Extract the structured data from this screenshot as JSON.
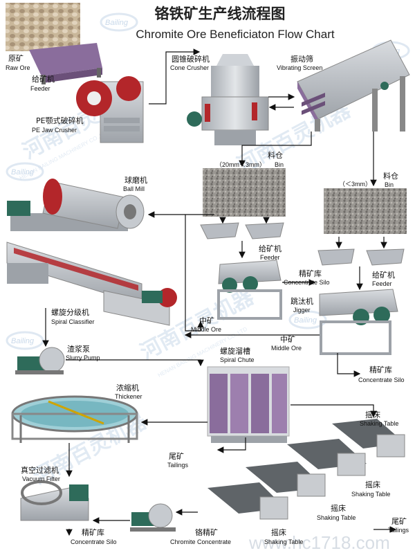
{
  "title": {
    "zh": "铬铁矿生产线流程图",
    "en": "Chromite Ore Beneficiaton Flow Chart"
  },
  "watermark": {
    "zh": "河南百灵机器",
    "en": "HENAN BAILING MACHINERY CO.,LTD",
    "logo": "Bailing",
    "site": "www.hc1718.com"
  },
  "labels": {
    "raw_ore": {
      "zh": "原矿",
      "en": "Raw Ore"
    },
    "feeder_1": {
      "zh": "给矿机",
      "en": "Feeder"
    },
    "jaw_crusher": {
      "zh": "PE颚式破碎机",
      "en": "PE Jaw Crusher"
    },
    "cone_crusher": {
      "zh": "圆锥破碎机",
      "en": "Cone Crusher"
    },
    "vibrating_screen": {
      "zh": "振动筛",
      "en": "Vibrating Screen"
    },
    "bin_1": {
      "zh": "料仓",
      "range": "（20mm＜3mm）",
      "en": "Bin"
    },
    "bin_2": {
      "zh": "料仓",
      "range": "（＜3mm）",
      "en": "Bin"
    },
    "ball_mill": {
      "zh": "球磨机",
      "en": "Ball Mill"
    },
    "feeder_2": {
      "zh": "给矿机",
      "en": "Feeder"
    },
    "feeder_3": {
      "zh": "给矿机",
      "en": "Feeder"
    },
    "concentrate_silo_1": {
      "zh": "精矿库",
      "en": "Concentrate Silo"
    },
    "jigger": {
      "zh": "跳汰机",
      "en": "Jigger"
    },
    "middle_ore_1": {
      "zh": "中矿",
      "en": "Middle Ore"
    },
    "middle_ore_2": {
      "zh": "中矿",
      "en": "Middle Ore"
    },
    "spiral_classifier": {
      "zh": "螺旋分级机",
      "en": "Spiral Classifier"
    },
    "slurry_pump": {
      "zh": "渣浆泵",
      "en": "Slurry Pump"
    },
    "spiral_chute": {
      "zh": "螺旋溜槽",
      "en": "Spiral Chute"
    },
    "concentrate_silo_2": {
      "zh": "精矿库",
      "en": "Concentrate Silo"
    },
    "thickener": {
      "zh": "浓缩机",
      "en": "Thickener"
    },
    "shaking_table_1": {
      "zh": "摇床",
      "en": "Shaking Table"
    },
    "tailings_1": {
      "zh": "尾矿",
      "en": "Tailings"
    },
    "vacuum_filter": {
      "zh": "真空过滤机",
      "en": "Vacuum Filter"
    },
    "shaking_table_2": {
      "zh": "摇床",
      "en": "Shaking Table"
    },
    "shaking_table_3": {
      "zh": "摇床",
      "en": "Shaking Table"
    },
    "shaking_table_4": {
      "zh": "摇床",
      "en": "Shaking Table"
    },
    "tailings_2": {
      "zh": "尾矿",
      "en": "Tailings"
    },
    "concentrate_silo_3": {
      "zh": "精矿库",
      "en": "Concentrate Silo"
    },
    "chrome_concentrate": {
      "zh": "铬精矿",
      "en": "Chromite Concentrate"
    }
  },
  "colors": {
    "machine_gray": "#b8bcc2",
    "accent_red": "#b3262a",
    "purple": "#8a6d9c",
    "motor_green": "#2e6b5a",
    "ore": "#8d8a86"
  }
}
